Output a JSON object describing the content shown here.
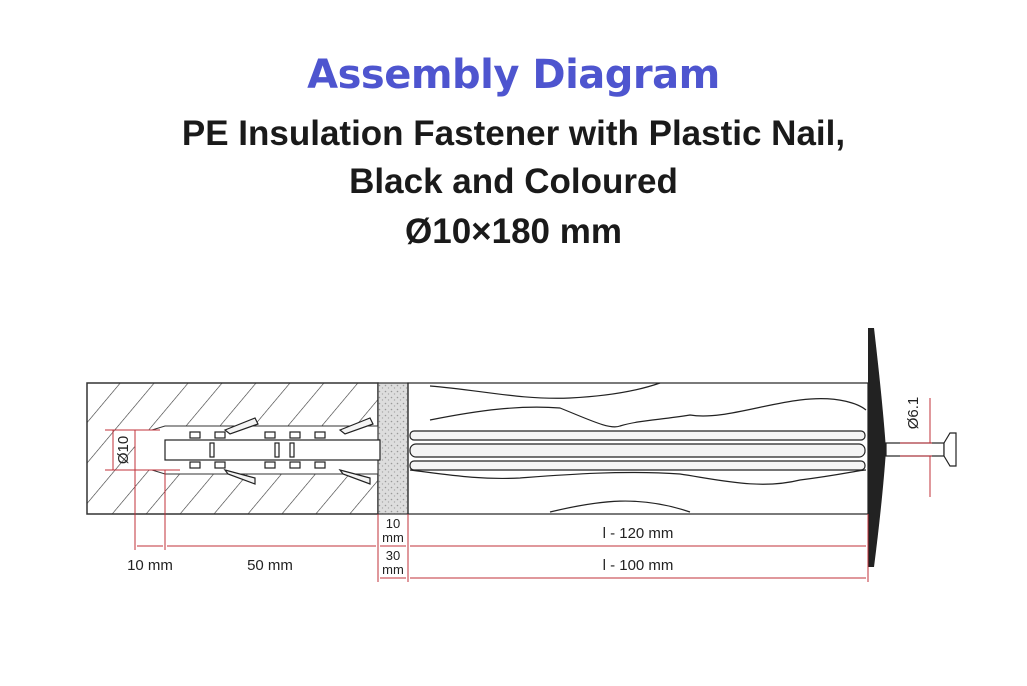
{
  "title": "Assembly Diagram",
  "subtitle_lines": [
    "PE Insulation Fastener with Plastic Nail,",
    "Black and Coloured",
    "Ø10×180 mm"
  ],
  "dimensions": {
    "diameter_hole": "Ø10",
    "diameter_nail": "Ø6.1",
    "drill_extra": "10 mm",
    "anchorage": "50 mm",
    "render_top": [
      "10",
      "mm"
    ],
    "render_bottom": [
      "30",
      "mm"
    ],
    "insulation_top": "l - 120 mm",
    "insulation_bottom": "l - 100 mm"
  },
  "colors": {
    "title": "#4e55cf",
    "dimension_line": "#c0303a"
  }
}
